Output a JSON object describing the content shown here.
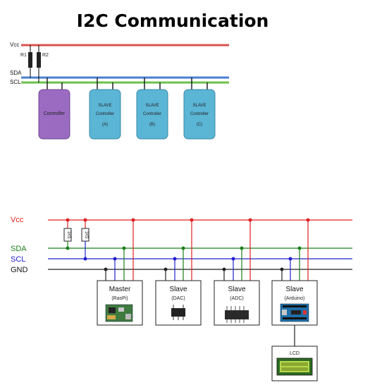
{
  "title": "I2C Communication",
  "top_diagram": {
    "bus_labels": {
      "vcc": "Vcc",
      "sda": "SDA",
      "scl": "SCL",
      "r1": "R1",
      "r2": "R2"
    },
    "controller": {
      "label": "Controller"
    },
    "slaves": [
      {
        "line1": "SLAVE",
        "line2": "Controller",
        "tag": "(A)"
      },
      {
        "line1": "SLAVE",
        "line2": "Controller",
        "tag": "(B)"
      },
      {
        "line1": "SLAVE",
        "line2": "Controller",
        "tag": "(C)"
      }
    ],
    "colors": {
      "vcc": "#d9534f",
      "sda": "#4a7fd0",
      "scl": "#6cc04a",
      "controller": "#9b6bc2",
      "slave": "#5bb5d5"
    }
  },
  "bottom_diagram": {
    "bus_labels": {
      "vcc": "Vcc",
      "sda": "SDA",
      "scl": "SCL",
      "gnd": "GND"
    },
    "resistors": [
      "1K5",
      "1K5"
    ],
    "devices": [
      {
        "name": "Master",
        "sub": "(RasPi)"
      },
      {
        "name": "Slave",
        "sub": "(DAC)"
      },
      {
        "name": "Slave",
        "sub": "(ADC)"
      },
      {
        "name": "Slave",
        "sub": "(Arduino)"
      }
    ],
    "lcd": {
      "label": "LCD"
    },
    "colors": {
      "vcc": "#e02020",
      "sda": "#1a7f1a",
      "scl": "#2020d0",
      "gnd": "#222222"
    }
  }
}
